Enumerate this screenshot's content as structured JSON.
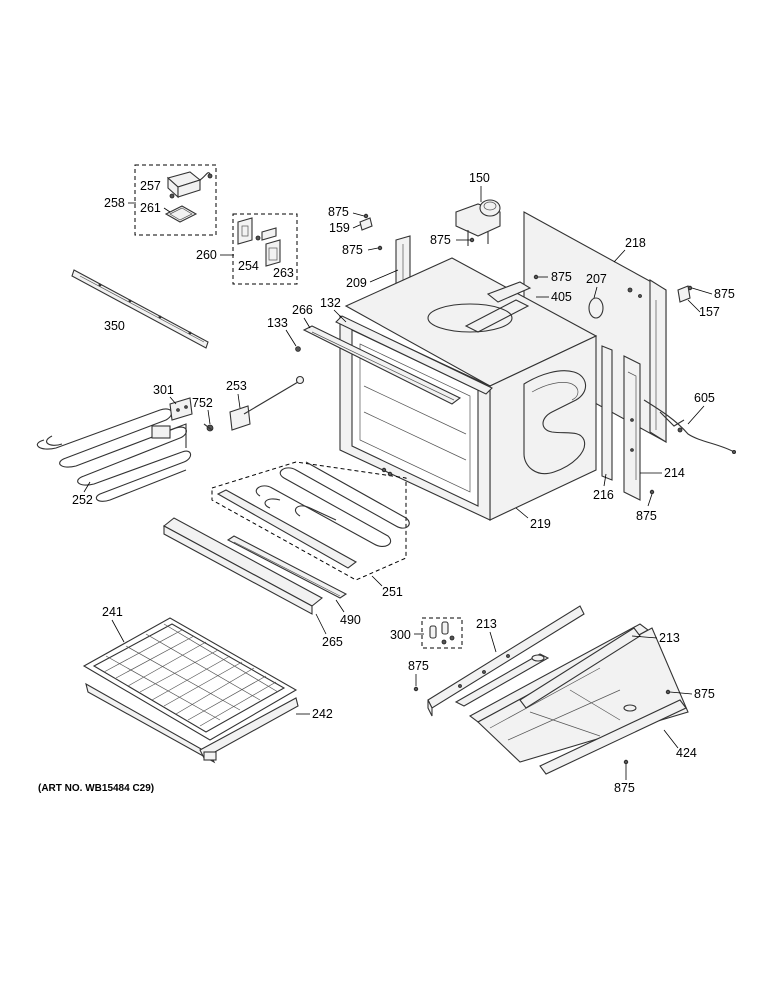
{
  "art_number": "(ART NO. WB15484 C29)",
  "labels": {
    "p257": "257",
    "p258": "258",
    "p261": "261",
    "p260": "260",
    "p254": "254",
    "p263": "263",
    "p350": "350",
    "p875a": "875",
    "p159": "159",
    "p875b": "875",
    "p209": "209",
    "p150": "150",
    "p875c": "875",
    "p218": "218",
    "p875d": "875",
    "p207": "207",
    "p405": "405",
    "p875e": "875",
    "p157": "157",
    "p266": "266",
    "p132": "132",
    "p133": "133",
    "p301": "301",
    "p253": "253",
    "p752": "752",
    "p252": "252",
    "p605": "605",
    "p214": "214",
    "p216": "216",
    "p875f": "875",
    "p219": "219",
    "p251": "251",
    "p490": "490",
    "p265": "265",
    "p241": "241",
    "p242": "242",
    "p300": "300",
    "p213a": "213",
    "p213b": "213",
    "p875g": "875",
    "p875h": "875",
    "p424": "424",
    "p875i": "875"
  }
}
